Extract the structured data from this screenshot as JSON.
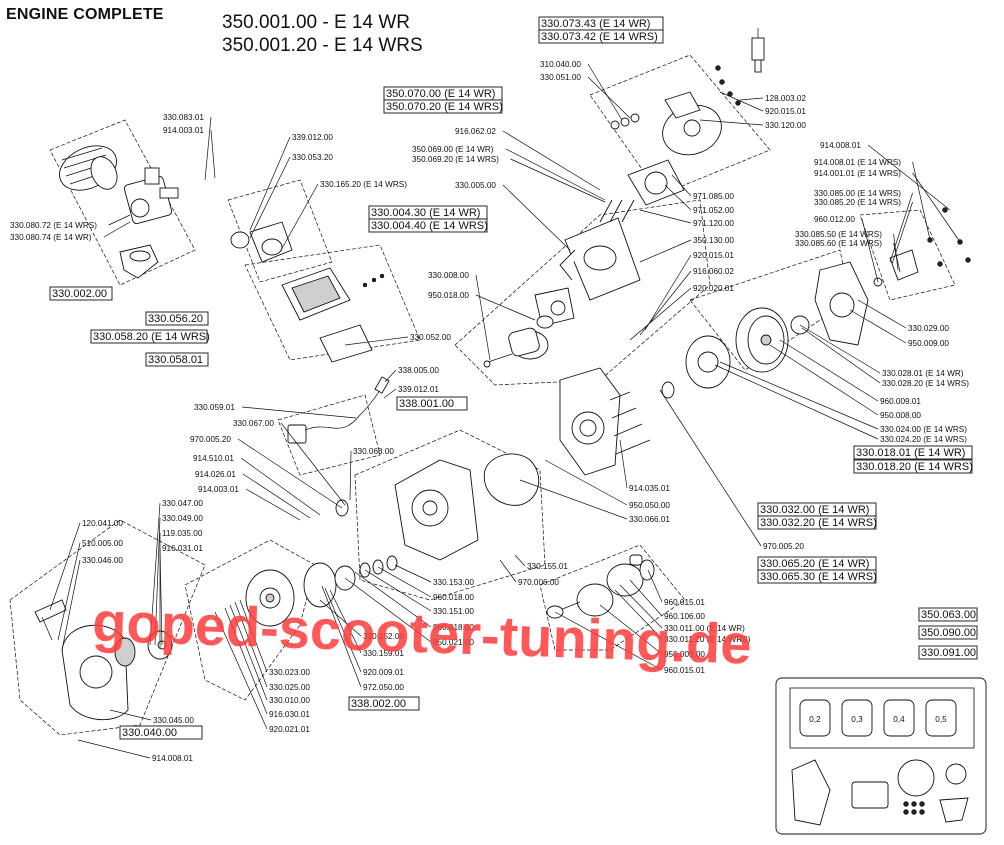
{
  "header": {
    "title": "ENGINE COMPLETE",
    "model_lines": [
      "350.001.00 - E 14 WR",
      "350.001.20 - E 14 WRS"
    ]
  },
  "labels": [
    "330.083.01",
    "914.003.01",
    "330.080.72 (E 14 WRS)",
    "330.080.74 (E 14 WR)",
    "339.012.00",
    "330.053.20",
    "330.165.20 (E 14 WRS)",
    "330.052.00",
    "338.005.00",
    "339.012.01",
    "310.040.00",
    "330.051.00",
    "128.003.02",
    "920.015.01",
    "330.120.00",
    "916.062.02",
    "350.069.00 (E 14 WR)",
    "350.069.20 (E 14 WRS)",
    "330.005.00",
    "971.085.00",
    "971.052.00",
    "971.120.00",
    "350.130.00",
    "330.008.00",
    "950.018.00",
    "920.015.01",
    "916.060.02",
    "920.020.01",
    "914.008.01",
    "914.008.01 (E 14 WRS)",
    "914.001.01 (E 14 WRS)",
    "330.085.00 (E 14 WRS)",
    "330.085.20 (E 14 WRS)",
    "960.012.00",
    "330.085.50 (E 14 WRS)",
    "330.085.60 (E 14 WRS)",
    "330.029.00",
    "950.009.00",
    "330.028.01 (E 14 WR)",
    "330.028.20 (E 14 WRS)",
    "960.009.01",
    "950.008.00",
    "330.024.00 (E 14 WRS)",
    "330.024.20 (E 14 WRS)",
    "330.059.01",
    "330.067.00",
    "970.005.20",
    "914.510.01",
    "914.026.01",
    "914.003.01",
    "330.068.00",
    "914.035.01",
    "950.050.00",
    "330.066.01",
    "970.005.20",
    "120.041.00",
    "510.005.00",
    "330.046.00",
    "330.047.00",
    "330.049.00",
    "119.035.00",
    "916.031.01",
    "330.155.01",
    "970.006.00",
    "330.153.00",
    "960.018.00",
    "330.151.00",
    "960.018.00",
    "950.021.00",
    "330.152.00",
    "330.159.01",
    "920.009.01",
    "972.050.00",
    "330.023.00",
    "330.025.00",
    "330.010.00",
    "916.030.01",
    "920.021.01",
    "960.015.01",
    "960.106.00",
    "330.011.00 (E 14 WR)",
    "330.011.20 (E 14 WRS)",
    "950.003.00",
    "960.015.01",
    "330.045.00",
    "914.008.01"
  ],
  "boxed_labels": [
    "330.073.43 (E 14 WR)",
    "330.073.42 (E 14 WRS)",
    "350.070.00 (E 14 WR)",
    "350.070.20 (E 14 WRS)",
    "330.004.30 (E 14 WR)",
    "330.004.40 (E 14 WRS)",
    "330.002.00",
    "330.056.20",
    "330.058.20 (E 14 WRS)",
    "330.058.01",
    "338.001.00",
    "338.002.00",
    "330.040.00",
    "330.018.01 (E 14 WR)",
    "330.018.20 (E 14 WRS)",
    "330.032.00 (E 14 WR)",
    "330.032.20 (E 14 WRS)",
    "330.065.20 (E 14 WR)",
    "330.065.30 (E 14 WRS)",
    "350.063.00",
    "350.090.00",
    "330.091.00"
  ],
  "gasket_sizes": [
    "0,2",
    "0,3",
    "0,4",
    "0,5"
  ],
  "watermark": "goped-scooter-tuning.de",
  "colors": {
    "ink": "#111111",
    "watermark": "#ff3b3b",
    "background": "#ffffff"
  }
}
